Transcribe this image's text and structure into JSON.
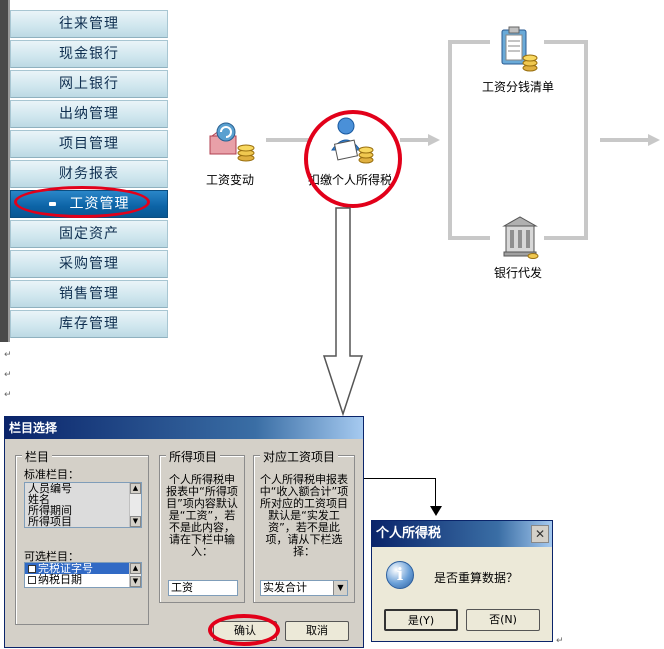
{
  "sidebar": {
    "items": [
      {
        "label": "往来管理"
      },
      {
        "label": "现金银行"
      },
      {
        "label": "网上银行"
      },
      {
        "label": "出纳管理"
      },
      {
        "label": "项目管理"
      },
      {
        "label": "财务报表"
      },
      {
        "label": "工资管理",
        "active": true
      },
      {
        "label": "固定资产"
      },
      {
        "label": "采购管理"
      },
      {
        "label": "销售管理"
      },
      {
        "label": "库存管理"
      }
    ]
  },
  "flow": {
    "nodes": {
      "salary_change": {
        "label": "工资变动",
        "icon": "salary-change-icon"
      },
      "withhold_tax": {
        "label": "扣缴个人所得税",
        "icon": "person-tax-icon"
      },
      "salary_denomination": {
        "label": "工资分钱清单",
        "icon": "clipboard-coins-icon"
      },
      "bank_payroll": {
        "label": "银行代发",
        "icon": "bank-icon"
      }
    }
  },
  "paragraph_marks": [
    "↵",
    "↵",
    "↵",
    "↵"
  ],
  "column_dialog": {
    "title": "栏目选择",
    "columns_group": {
      "title": "栏目",
      "standard_label": "标准栏目：",
      "standard_items": [
        "人员编号",
        "姓名",
        "所得期间",
        "所得项目"
      ],
      "optional_label": "可选栏目：",
      "optional_items": [
        "完税证字号",
        "纳税日期"
      ]
    },
    "income_group": {
      "title": "所得项目",
      "description": "个人所得税申报表中“所得项目”项内容默认是“工资”，若不是此内容，请在下栏中输入：",
      "value": "工资"
    },
    "salary_item_group": {
      "title": "对应工资项目",
      "description": "个人所得税申报表中“收入额合计”项所对应的工资项目默认是“实发工资”，若不是此项，请从下栏选择：",
      "value": "实发合计"
    },
    "ok_label": "确认",
    "cancel_label": "取消"
  },
  "tax_dialog": {
    "title": "个人所得税",
    "message": "是否重算数据？",
    "close_symbol": "✕",
    "yes_label": "是(Y)",
    "no_label": "否(N)"
  },
  "colors": {
    "highlight_red": "#e2001a",
    "title_blue": "#0a246a",
    "active_blue": "#0c63a6"
  }
}
